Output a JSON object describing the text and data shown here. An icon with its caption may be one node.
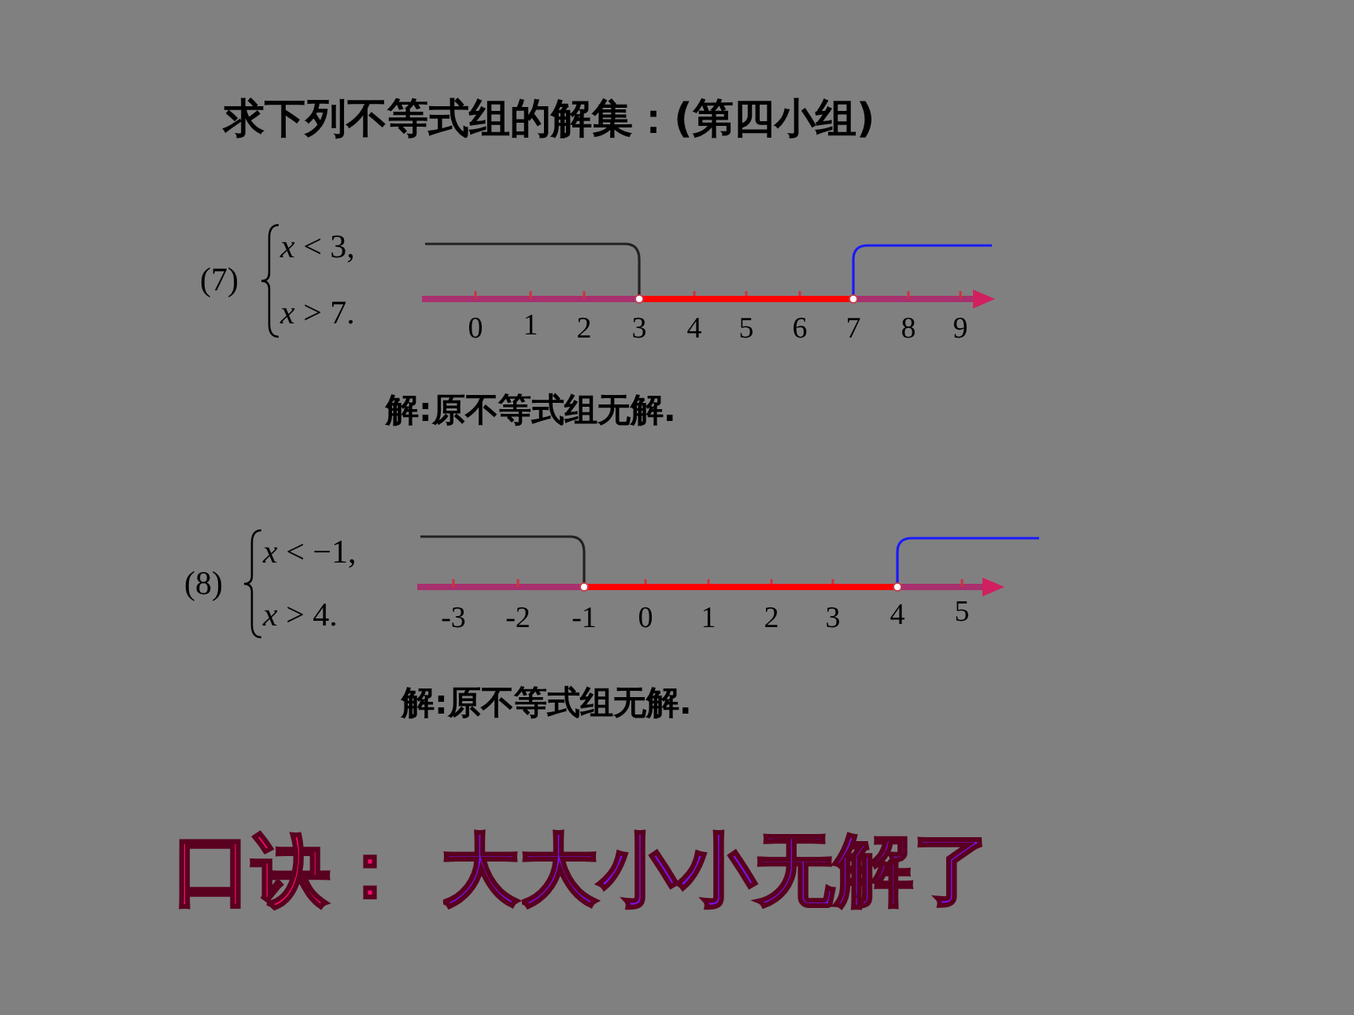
{
  "diagram": {
    "title": "求下列不等式组的解集：(第四小组)",
    "labels": [
      "(7)",
      "*x* < 3,",
      "*x* > 7.",
      "0",
      "1",
      "2",
      "3",
      "4",
      "5",
      "6",
      "7",
      "8",
      "9",
      "解:原不等式组无解.",
      "(8)",
      "*x* < −1,",
      "*x* > 4.",
      "-3",
      "-2",
      "-1",
      "0",
      "1",
      "2",
      "3",
      "4",
      "5",
      "解:原不等式组无解.",
      "口诀：",
      "大大小小无解了"
    ]
  }
}
